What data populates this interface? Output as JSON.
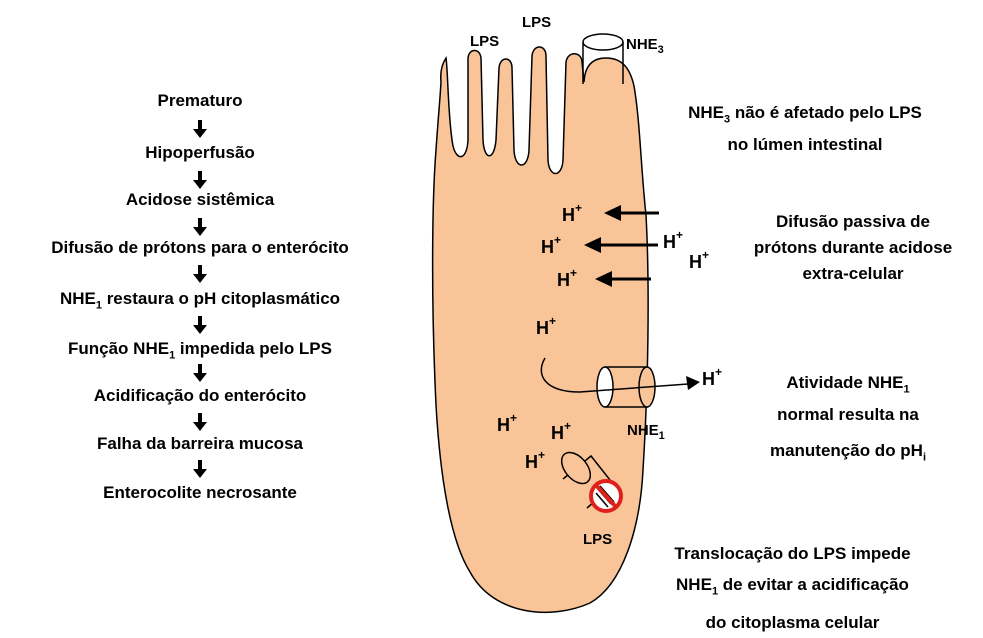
{
  "flow": [
    {
      "text": "Prematuro"
    },
    {
      "text": "Hipoperfusão"
    },
    {
      "text": "Acidose sistêmica"
    },
    {
      "text": "Difusão de prótons para o enterócito"
    },
    {
      "pre": "NHE",
      "sub": "1",
      "post": " restaura o pH citoplasmático"
    },
    {
      "pre": "Função NHE",
      "sub": "1",
      "post": " impedida pelo LPS"
    },
    {
      "text": "Acidificação do enterócito"
    },
    {
      "text": "Falha da barreira mucosa"
    },
    {
      "text": "Enterocolite necrosante"
    }
  ],
  "labels": {
    "lps_top_left": "LPS",
    "lps_top_center": "LPS",
    "lps_bottom": "LPS",
    "nhe3_pre": "NHE",
    "nhe3_sub": "3",
    "nhe1_pre": "NHE",
    "nhe1_sub": "1",
    "proton_base": "H",
    "proton_charge": "+"
  },
  "notes": {
    "nhe3": {
      "line1_pre": "NHE",
      "line1_sub": "3",
      "line1_post": " não é afetado pelo LPS",
      "line2": "no lúmen intestinal"
    },
    "diffusion": {
      "line1": "Difusão passiva de",
      "line2": "prótons durante acidose",
      "line3": "extra-celular"
    },
    "activity": {
      "line1_pre": "Atividade NHE",
      "line1_sub": "1",
      "line2": "normal resulta na",
      "line3_pre": "manutenção do pH",
      "line3_sub": "i"
    },
    "translocation": {
      "line1": "Translocação do LPS impede",
      "line2_pre": "NHE",
      "line2_sub": "1",
      "line2_post": " de evitar a acidificação",
      "line3": "do citoplasma celular"
    }
  },
  "colors": {
    "cell_fill": "#f8c498",
    "outline": "#000000",
    "prohibit": "#e0211b"
  }
}
